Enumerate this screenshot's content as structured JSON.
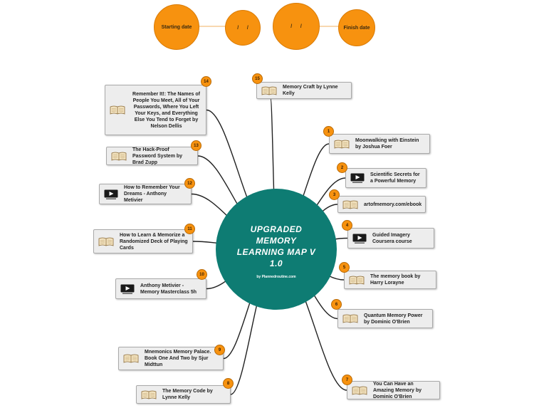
{
  "dates": {
    "start_label": "Starting date",
    "start_value": "/      /",
    "finish_value": "/      /",
    "finish_label": "Finish date"
  },
  "center": {
    "title": "UPGRADED MEMORY LEARNING MAP V 1.0",
    "byline": "by Plannedroutine.com"
  },
  "colors": {
    "accent": "#f7920f",
    "center": "#0e7c73",
    "line": "#222222",
    "node_bg": "#ededed"
  },
  "resources": [
    {
      "num": "1",
      "icon": "book-icon",
      "label": "Moonwalking with Einstein by Joshua Foer"
    },
    {
      "num": "2",
      "icon": "video-icon",
      "label": "Scientific Secrets for a Powerful Memory"
    },
    {
      "num": "3",
      "icon": "book-icon",
      "label": "artofmemory.com/ebook"
    },
    {
      "num": "4",
      "icon": "video-icon",
      "label": "Guided Imagery Coursera course"
    },
    {
      "num": "5",
      "icon": "book-icon",
      "label": "The memory book by Harry Lorayne"
    },
    {
      "num": "6",
      "icon": "book-icon",
      "label": "Quantum Memory Power by Dominic O'Brien"
    },
    {
      "num": "7",
      "icon": "book-icon",
      "label": "You Can Have an Amazing Memory by Dominic O'Brien"
    },
    {
      "num": "8",
      "icon": "book-icon",
      "label": "The Memory Code by Lynne Kelly"
    },
    {
      "num": "9",
      "icon": "book-icon",
      "label": "Mnemonics Memory Palace. Book One And Two by Sjur Midttun"
    },
    {
      "num": "10",
      "icon": "video-icon",
      "label": "Anthony Metivier - Memory Masterclass  5h"
    },
    {
      "num": "11",
      "icon": "book-icon",
      "label": "How to Learn & Memorize a Randomized Deck of Playing Cards"
    },
    {
      "num": "12",
      "icon": "video-icon",
      "label": "How to Remember Your Dreams - Anthony Metivier"
    },
    {
      "num": "13",
      "icon": "book-icon",
      "label": "The Hack-Proof Password System by Brad Zupp"
    },
    {
      "num": "14",
      "icon": "book-icon",
      "label": "Remember It!: The Names of People You Meet, All of Your Passwords, Where You Left Your Keys, and Everything Else You Tend to Forget by Nelson Dellis"
    },
    {
      "num": "15",
      "icon": "book-icon",
      "label": "Memory Craft by Lynne Kelly"
    }
  ]
}
